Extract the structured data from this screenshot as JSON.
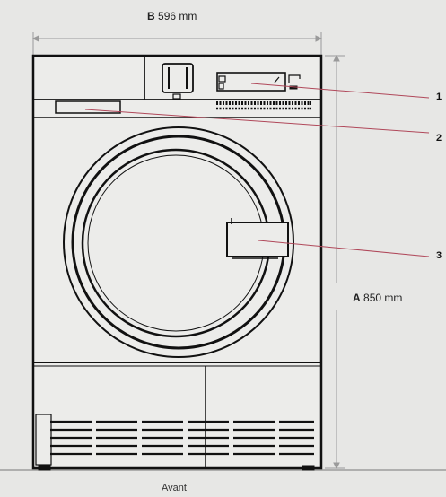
{
  "dimensions": {
    "width": {
      "letter": "B",
      "value": "596 mm"
    },
    "height": {
      "letter": "A",
      "value": "850 mm"
    }
  },
  "callouts": [
    "1",
    "2",
    "3"
  ],
  "caption": "Avant",
  "colors": {
    "background": "#e7e7e5",
    "outline": "#111111",
    "callout_line": "#b0485a",
    "dimension_line": "#9a9a9a"
  }
}
